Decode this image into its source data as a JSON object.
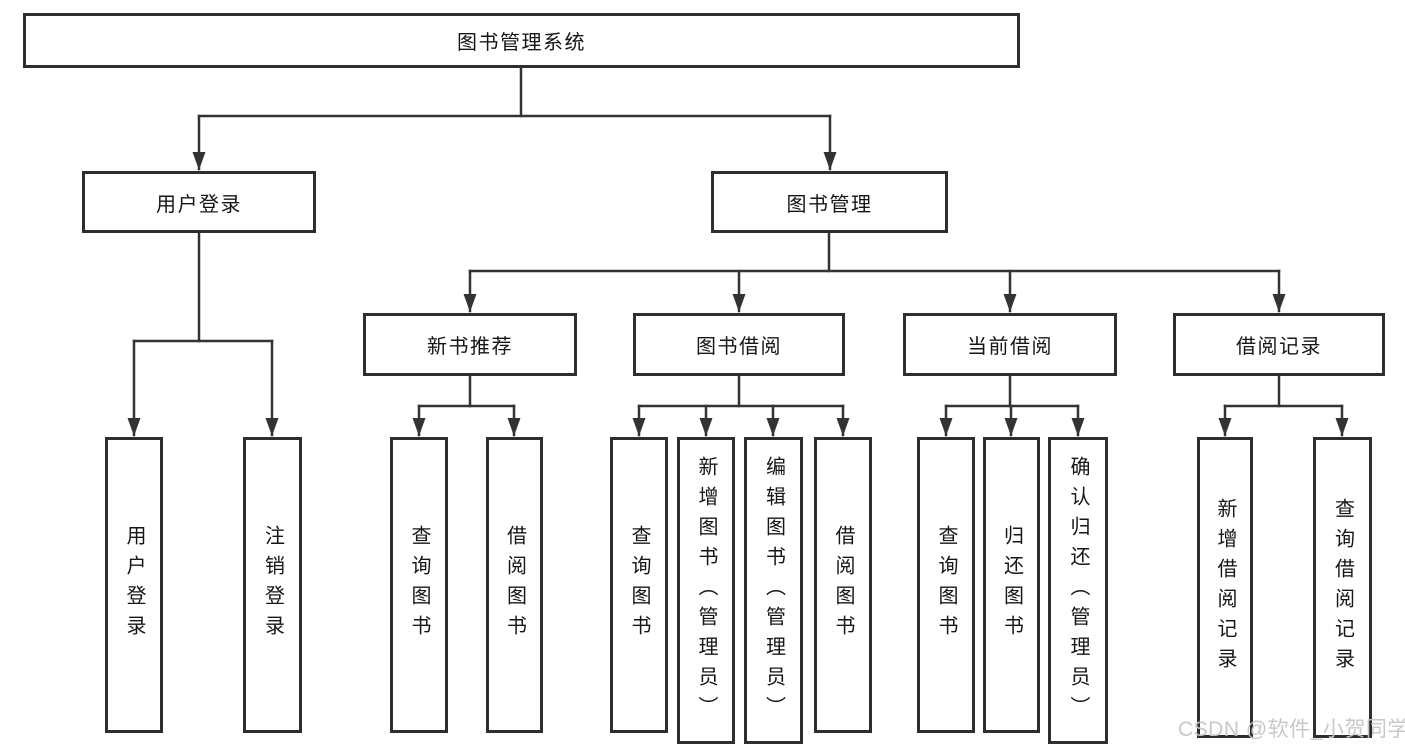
{
  "tree": {
    "root": {
      "label": "图书管理系统"
    },
    "branches": [
      {
        "label": "用户登录",
        "children": [
          {
            "label": "用户登录"
          },
          {
            "label": "注销登录"
          }
        ]
      },
      {
        "label": "图书管理",
        "children": [
          {
            "label": "新书推荐",
            "children": [
              {
                "label": "查询图书"
              },
              {
                "label": "借阅图书"
              }
            ]
          },
          {
            "label": "图书借阅",
            "children": [
              {
                "label": "查询图书"
              },
              {
                "label": "新增图书（管理员）"
              },
              {
                "label": "编辑图书（管理员）"
              },
              {
                "label": "借阅图书"
              }
            ]
          },
          {
            "label": "当前借阅",
            "children": [
              {
                "label": "查询图书"
              },
              {
                "label": "归还图书"
              },
              {
                "label": "确认归还（管理员）"
              }
            ]
          },
          {
            "label": "借阅记录",
            "children": [
              {
                "label": "新增借阅记录"
              },
              {
                "label": "查询借阅记录"
              }
            ]
          }
        ]
      }
    ]
  },
  "watermark": {
    "text": "CSDN @软件_小贺同学"
  },
  "colors": {
    "line": "#333333",
    "box_border": "#2e2e2e",
    "text": "#161616",
    "watermark": "#c6c6c6",
    "background": "#ffffff"
  }
}
